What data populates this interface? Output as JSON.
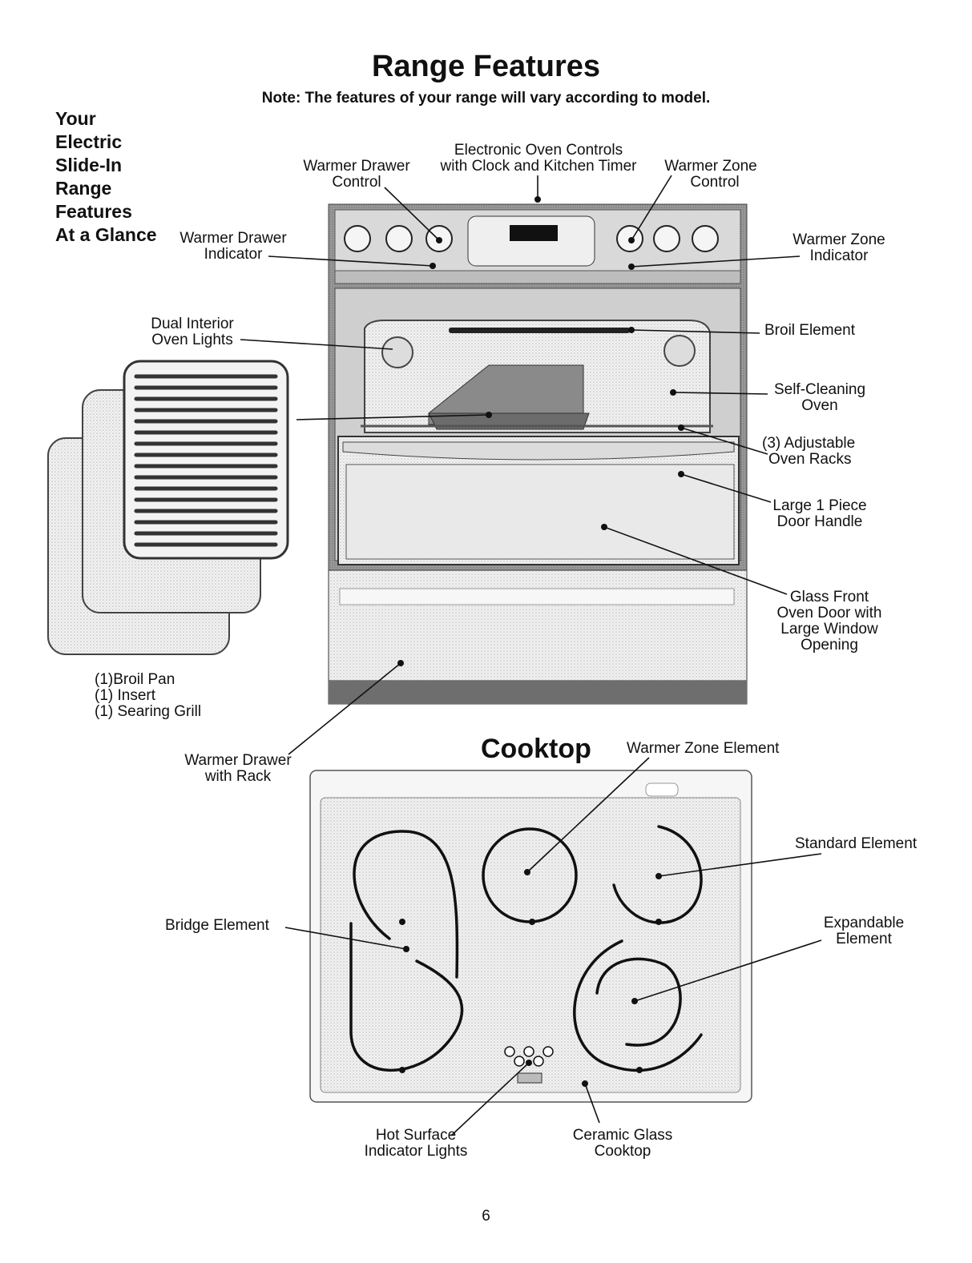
{
  "header": {
    "title": "Range Features",
    "note": "Note: The features of your range will vary according to model."
  },
  "sidebar": {
    "lines": [
      "Your",
      "Electric",
      "Slide-In",
      "Range",
      "Features",
      "At a Glance"
    ]
  },
  "range_labels": {
    "warmer_drawer_control": [
      "Warmer Drawer",
      "Control"
    ],
    "electronic_controls": [
      "Electronic Oven Controls",
      "with Clock and Kitchen Timer"
    ],
    "warmer_zone_control": [
      "Warmer Zone",
      "Control"
    ],
    "warmer_drawer_indicator": [
      "Warmer Drawer",
      "Indicator"
    ],
    "warmer_zone_indicator": [
      "Warmer Zone",
      "Indicator"
    ],
    "dual_interior_lights": [
      "Dual Interior",
      "Oven Lights"
    ],
    "broil_element": [
      "Broil Element"
    ],
    "self_cleaning_oven": [
      "Self-Cleaning",
      "Oven"
    ],
    "adjustable_racks": [
      "(3) Adjustable",
      "Oven Racks"
    ],
    "door_handle": [
      "Large 1 Piece",
      "Door Handle"
    ],
    "glass_door": [
      "Glass Front",
      "Oven Door with",
      "Large Window",
      "Opening"
    ],
    "broil_pan": [
      "(1)Broil Pan",
      "(1) Insert",
      "(1) Searing Grill"
    ],
    "warmer_drawer_rack": [
      "Warmer Drawer",
      "with Rack"
    ]
  },
  "cooktop": {
    "title": "Cooktop",
    "warmer_zone_element": [
      "Warmer Zone Element"
    ],
    "standard_element": [
      "Standard Element"
    ],
    "bridge_element": [
      "Bridge Element"
    ],
    "expandable_element": [
      "Expandable",
      "Element"
    ],
    "hot_surface_lights": [
      "Hot Surface",
      "Indicator Lights"
    ],
    "ceramic_glass": [
      "Ceramic Glass",
      "Cooktop"
    ]
  },
  "footer": {
    "page_number": "6"
  },
  "colors": {
    "ink": "#111111",
    "panel": "#c9c9c9",
    "steel": "#8a8a8a",
    "glass": "#e4e4e4"
  }
}
